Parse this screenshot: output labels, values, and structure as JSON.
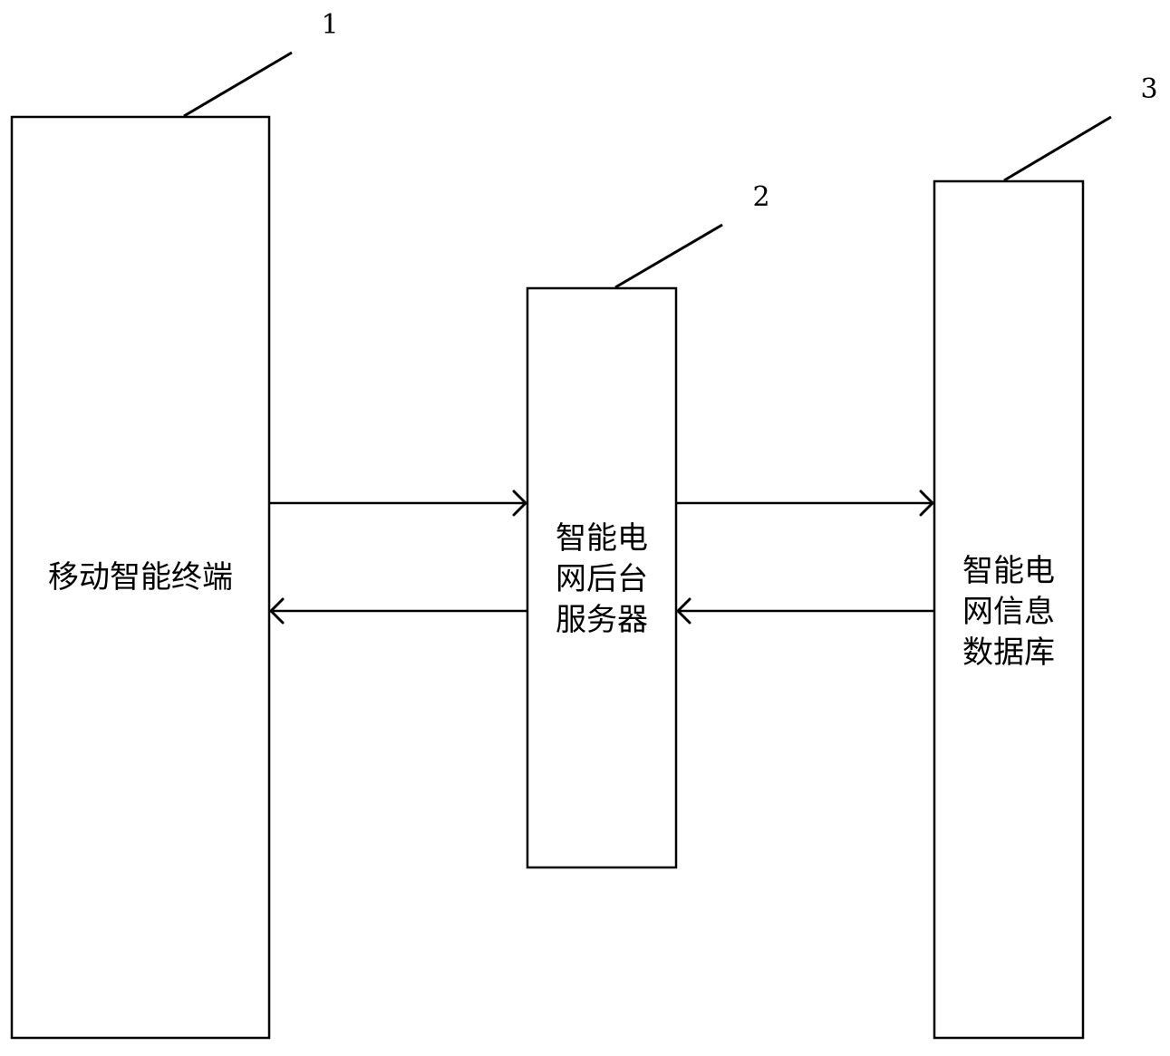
{
  "diagram": {
    "boxes": [
      {
        "ref": "1",
        "lines": [
          "移动智能终端"
        ]
      },
      {
        "ref": "2",
        "lines": [
          "智能电",
          "网后台",
          "服务器"
        ]
      },
      {
        "ref": "3",
        "lines": [
          "智能电",
          "网信息",
          "数据库"
        ]
      }
    ],
    "arrows": [
      {
        "from": "1",
        "to": "2"
      },
      {
        "from": "2",
        "to": "1"
      },
      {
        "from": "2",
        "to": "3"
      },
      {
        "from": "3",
        "to": "2"
      }
    ]
  }
}
